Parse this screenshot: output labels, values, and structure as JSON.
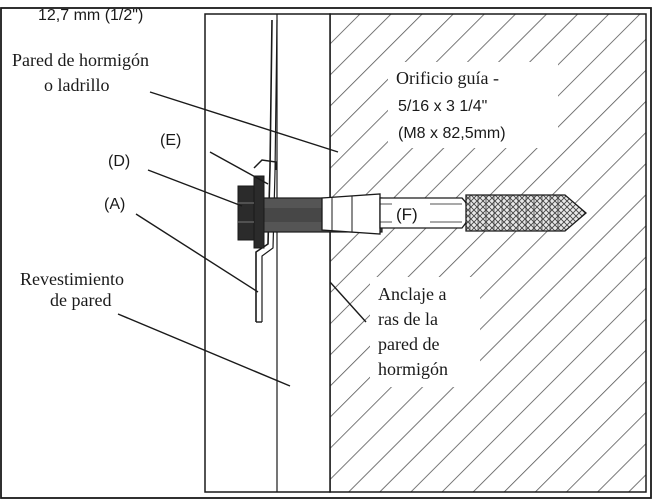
{
  "labels": {
    "dimension_top": "12,7 mm (1/2\")",
    "concrete_wall_line1": "Pared de hormigón",
    "concrete_wall_line2": "o ladrillo",
    "label_e": "(E)",
    "label_d": "(D)",
    "label_a": "(A)",
    "label_f": "(F)",
    "wall_covering_line1": "Revestimiento",
    "wall_covering_line2": "de pared",
    "pilot_hole_line1": "Orificio guía -",
    "pilot_hole_line2": "5/16 x 3 1/4\"",
    "pilot_hole_line3": "(M8 x 82,5mm)",
    "anchor_line1": "Anclaje a",
    "anchor_line2": "ras de la",
    "anchor_line3": "pared de",
    "anchor_line4": "hormigón"
  },
  "colors": {
    "line": "#1a1a1a",
    "background": "#ffffff",
    "hatch": "#555555",
    "bolt_dark": "#2b2b2b",
    "bolt_mid": "#555555"
  }
}
